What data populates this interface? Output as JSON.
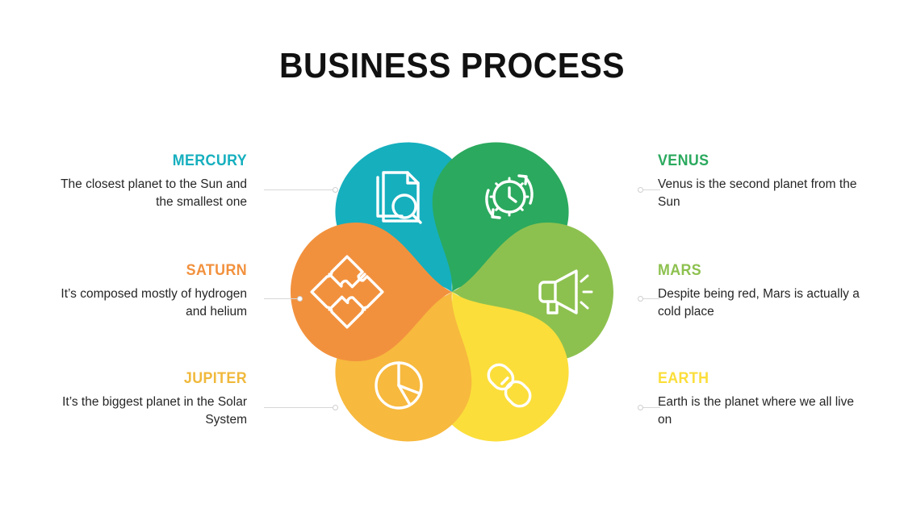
{
  "title": "BUSINESS PROCESS",
  "background_color": "#ffffff",
  "title_color": "#111111",
  "connector_color": "#d7d7d7",
  "items": [
    {
      "label": "MERCURY",
      "description": "The closest planet to the Sun and the smallest one",
      "color": "#16AFBE",
      "icon": "document-search-icon",
      "side": "left",
      "row": "top"
    },
    {
      "label": "VENUS",
      "description": "Venus is the second planet from the Sun",
      "color": "#2BA95E",
      "icon": "clock-refresh-icon",
      "side": "right",
      "row": "top"
    },
    {
      "label": "SATURN",
      "description": "It’s composed mostly of hydrogen and helium",
      "color": "#F2913D",
      "icon": "puzzle-icon",
      "side": "left",
      "row": "middle"
    },
    {
      "label": "MARS",
      "description": "Despite being red, Mars is actually a cold place",
      "color": "#8DC14F",
      "icon": "megaphone-icon",
      "side": "right",
      "row": "middle"
    },
    {
      "label": "JUPITER",
      "description": "It’s the biggest planet in the Solar System",
      "color": "#F7B93E",
      "icon": "pie-chart-icon",
      "side": "left",
      "row": "bottom"
    },
    {
      "label": "EARTH",
      "description": "Earth is the planet where we all live on",
      "color": "#FBDE3A",
      "icon": "chain-link-icon",
      "side": "right",
      "row": "bottom"
    }
  ]
}
